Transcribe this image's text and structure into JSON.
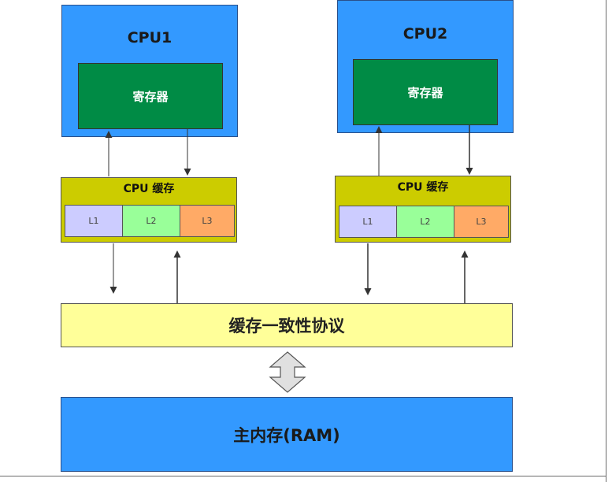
{
  "cpus": [
    {
      "title": "CPU1",
      "register": "寄存器",
      "cache": {
        "title": "CPU 缓存",
        "levels": [
          "L1",
          "L2",
          "L3"
        ]
      }
    },
    {
      "title": "CPU2",
      "register": "寄存器",
      "cache": {
        "title": "CPU 缓存",
        "levels": [
          "L1",
          "L2",
          "L3"
        ]
      }
    }
  ],
  "protocol": "缓存一致性协议",
  "main_memory": "主内存(RAM)",
  "colors": {
    "cpu": "#3399ff",
    "register": "#008b45",
    "cache": "#cccc00",
    "l1": "#ccccff",
    "l2": "#99ff99",
    "l3": "#ffaa66",
    "protocol": "#ffff99",
    "ram": "#3399ff"
  }
}
